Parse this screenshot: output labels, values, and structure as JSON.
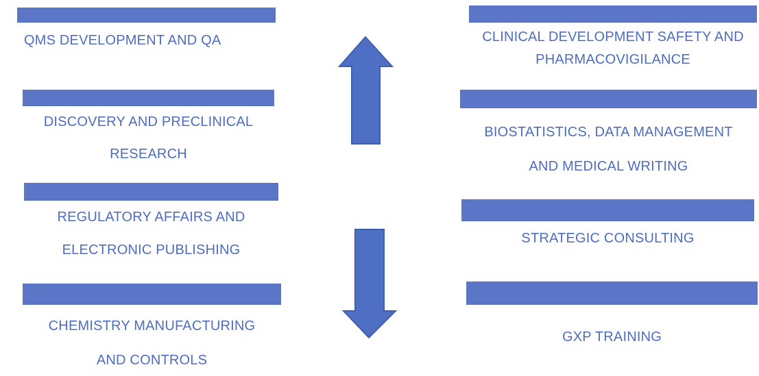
{
  "diagram": {
    "description": "Two-column services diagram with vertical up and down arrows between columns",
    "left_column": {
      "items": [
        {
          "lines": [
            "QMS DEVELOPMENT AND QA"
          ]
        },
        {
          "lines": [
            "DISCOVERY AND PRECLINICAL",
            "RESEARCH"
          ]
        },
        {
          "lines": [
            "REGULATORY AFFAIRS AND",
            "ELECTRONIC PUBLISHING"
          ]
        },
        {
          "lines": [
            "CHEMISTRY MANUFACTURING",
            "AND CONTROLS"
          ]
        }
      ]
    },
    "right_column": {
      "items": [
        {
          "lines": [
            "CLINICAL DEVELOPMENT SAFETY AND",
            "PHARMACOVIGILANCE"
          ]
        },
        {
          "lines": [
            "BIOSTATISTICS, DATA MANAGEMENT",
            "AND MEDICAL WRITING"
          ]
        },
        {
          "lines": [
            "STRATEGIC CONSULTING"
          ]
        },
        {
          "lines": [
            "GXP TRAINING"
          ]
        }
      ]
    },
    "arrows": [
      {
        "name": "up-arrow",
        "direction": "up"
      },
      {
        "name": "down-arrow",
        "direction": "down"
      }
    ],
    "colors": {
      "bar_fill": "#5b76c6",
      "arrow_fill": "#4e6fc3",
      "arrow_stroke": "#3f5fae",
      "text": "#4e6dbe",
      "background": "#ffffff"
    }
  }
}
